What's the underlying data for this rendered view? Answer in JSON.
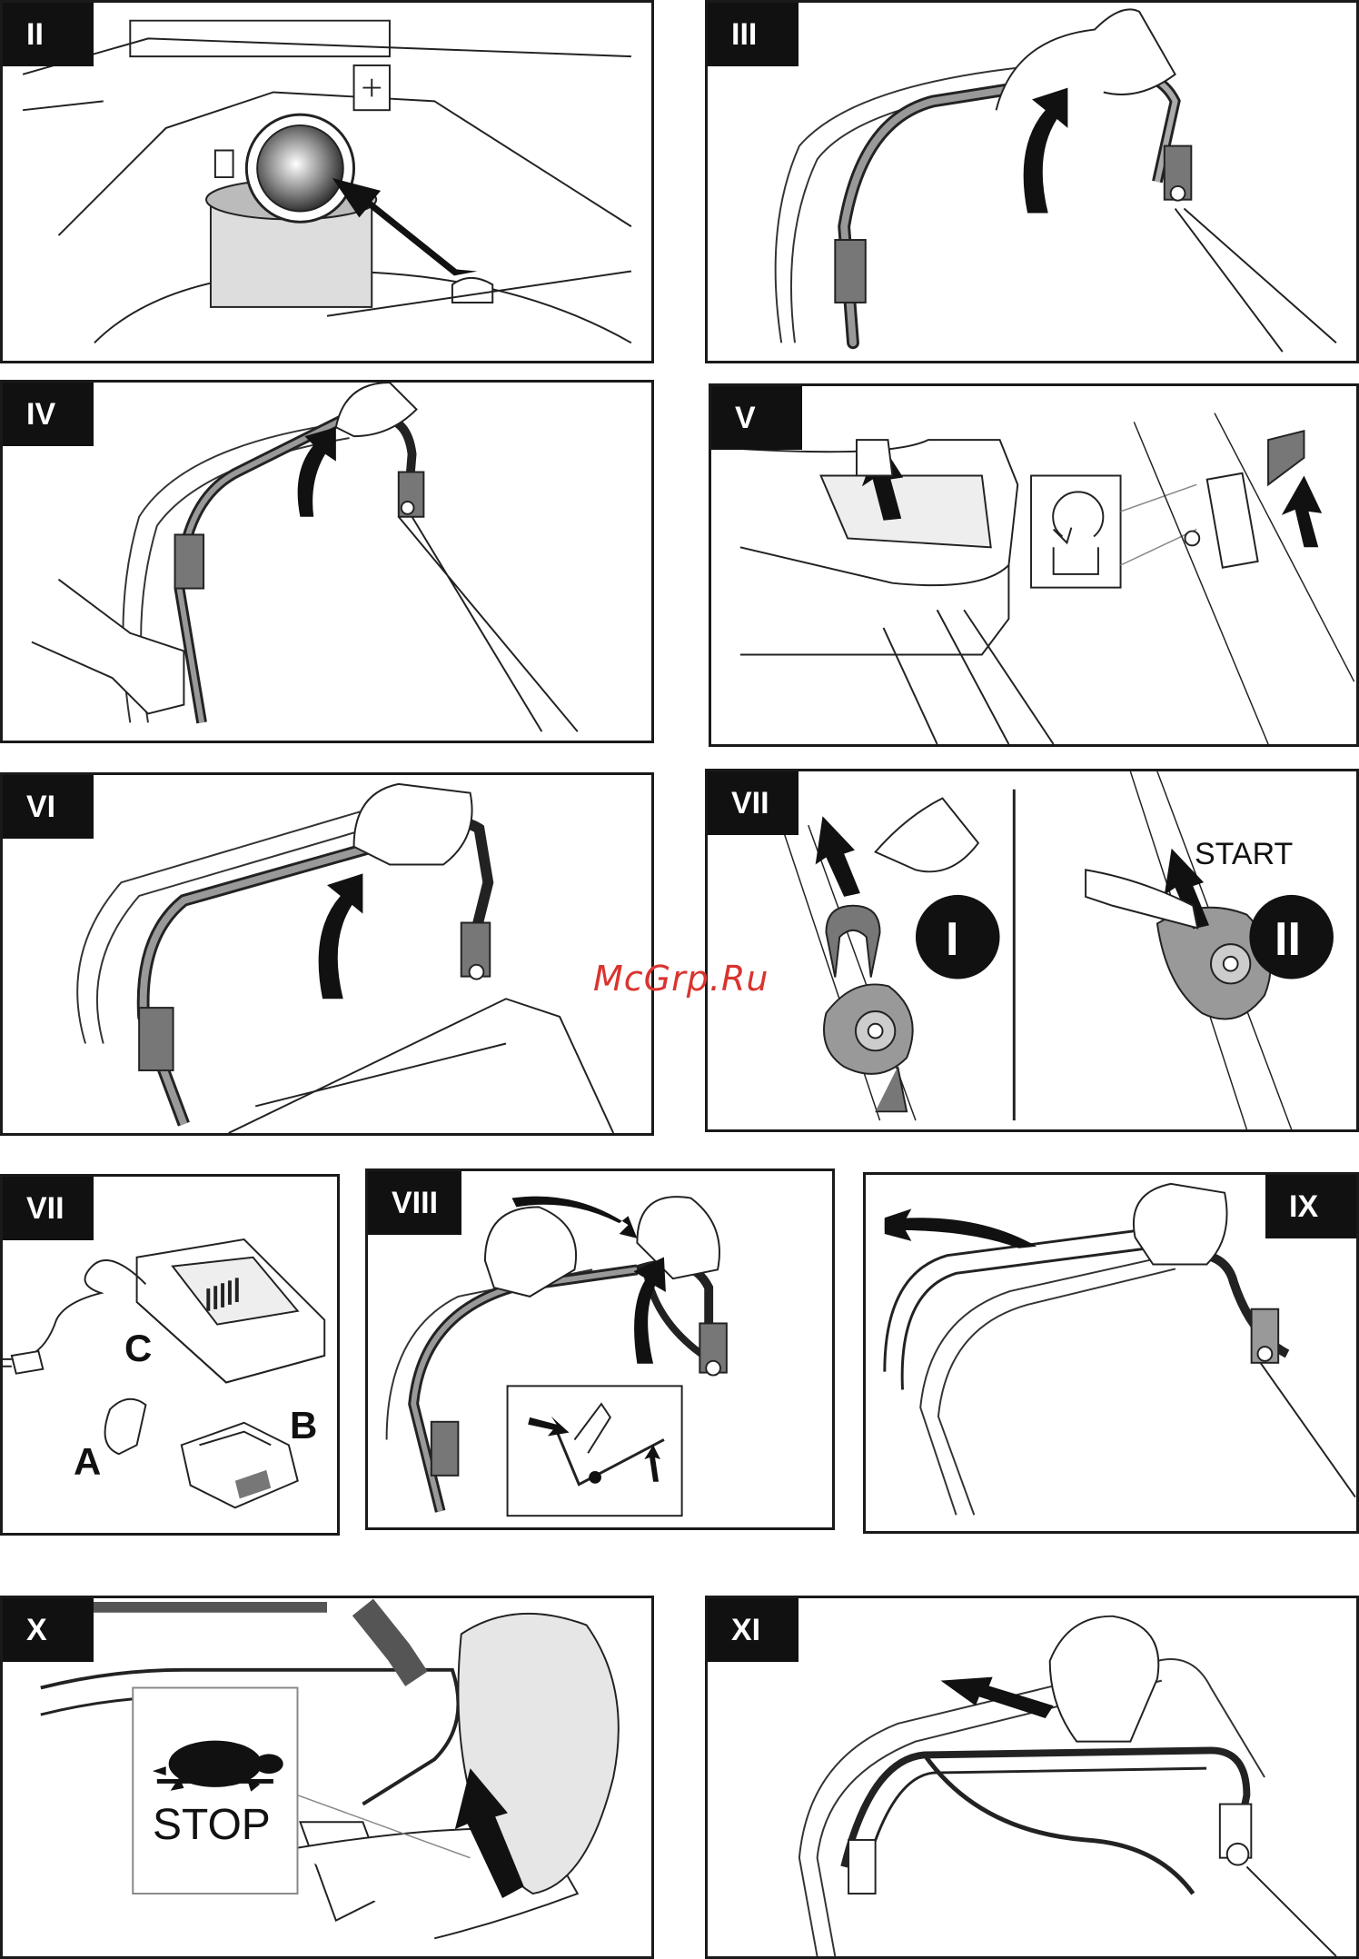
{
  "panels": {
    "p2": {
      "label": "II"
    },
    "p3": {
      "label": "III"
    },
    "p4": {
      "label": "IV"
    },
    "p5": {
      "label": "V"
    },
    "p6": {
      "label": "VI"
    },
    "p7": {
      "label": "VII",
      "badge_left": "I",
      "badge_right": "II",
      "start_text": "START"
    },
    "p7b": {
      "label": "VII",
      "letter_a": "A",
      "letter_b": "B",
      "letter_c": "C"
    },
    "p8": {
      "label": "VIII"
    },
    "p9": {
      "label": "IX"
    },
    "p10": {
      "label": "X",
      "stop_text": "STOP"
    },
    "p11": {
      "label": "XI"
    }
  },
  "watermark": "McGrp.Ru",
  "icons": [
    "turtle-icon",
    "rotate-icon",
    "arrow-icon",
    "plug-icon",
    "charger-icon",
    "battery-icon",
    "safety-key-icon"
  ]
}
